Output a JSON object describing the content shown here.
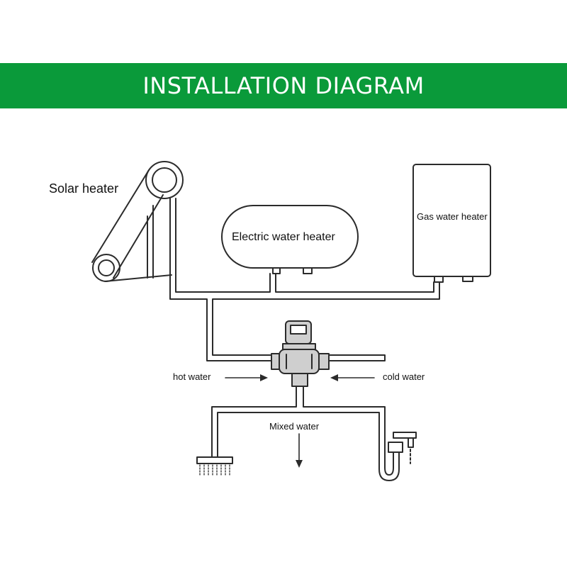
{
  "colors": {
    "banner": "#0a9a3a",
    "line": "#2b2b2b",
    "valve_gray": "#cfcfcf"
  },
  "title": "INSTALLATION DIAGRAM",
  "labels": {
    "solar": "Solar heater",
    "electric": "Electric water heater",
    "gas": "Gas water heater",
    "hot": "hot water",
    "cold": "cold water",
    "mixed": "Mixed water"
  },
  "icons": [
    "solar-collector-icon",
    "electric-tank-icon",
    "gas-heater-icon",
    "mixing-valve-icon",
    "shower-head-icon",
    "faucet-icon",
    "flow-arrow-icon"
  ]
}
